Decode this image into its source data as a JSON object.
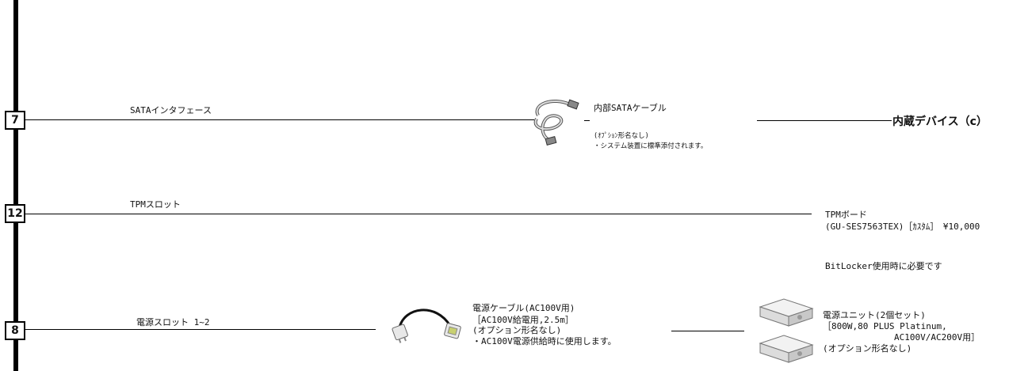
{
  "slots": [
    {
      "number": "7",
      "label": "SATAインタフェース"
    },
    {
      "number": "12",
      "label": "TPMスロット"
    },
    {
      "number": "8",
      "label": "電源スロット 1~2"
    }
  ],
  "sata": {
    "title": "内部SATAケーブル",
    "option": "(ｵﾌﾟｼｮﾝ形名なし)",
    "note": "・システム装置に標準添付されます。",
    "destination": "内蔵デバイス（c）"
  },
  "tpm": {
    "name": "TPMボード",
    "model": "(GU-SES7563TEX)［ｶｽﾀﾑ］　¥10,000",
    "note": "BitLocker使用時に必要です"
  },
  "power_cable": {
    "name": "電源ケーブル(AC100V用)",
    "spec": "［AC100V給電用,2.5m］",
    "option": "(オプション形名なし)",
    "note": "・AC100V電源供給時に使用します。"
  },
  "power_unit": {
    "name": "電源ユニット(2個セット)",
    "spec1": "［800W,80 PLUS Platinum,",
    "spec2": "AC100V/AC200V用］",
    "option": "(オプション形名なし)"
  },
  "icons": [
    "sata-cable-icon",
    "power-cable-icon",
    "power-supply-unit-icon"
  ]
}
